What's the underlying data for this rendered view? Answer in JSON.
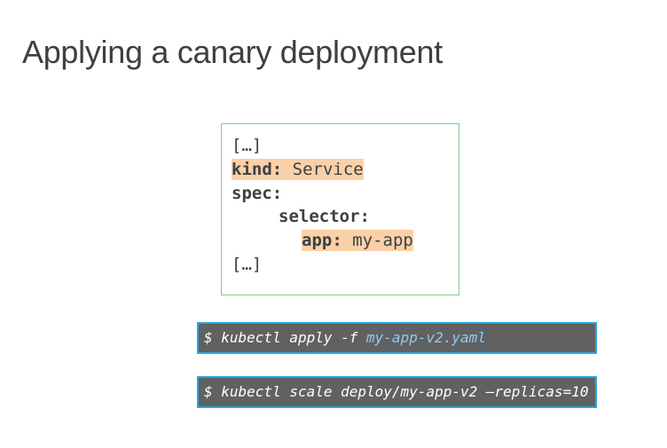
{
  "title": "Applying a canary deployment",
  "code": {
    "line1": "[…]",
    "kind_key": "kind:",
    "kind_value": " Service",
    "spec_key": "spec:",
    "selector_key": "selector:",
    "app_key": "app:",
    "app_value": " my-app",
    "line6": "[…]"
  },
  "commands": {
    "apply": {
      "prefix": "$ kubectl apply -f ",
      "file": "my-app-v2.yaml"
    },
    "scale": {
      "text": "$ kubectl scale deploy/my-app-v2 –replicas=10"
    }
  },
  "colors": {
    "highlight": "#fad0a8",
    "code_box_border": "#7ccf86",
    "command_background": "#616161",
    "command_border": "#29a8e0",
    "command_accent": "#8ecbf4"
  }
}
